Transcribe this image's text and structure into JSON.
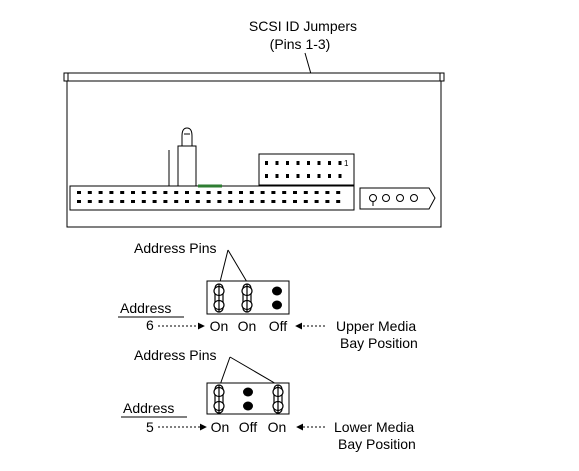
{
  "callout": {
    "title": "SCSI ID Jumpers",
    "subtitle": "(Pins 1-3)"
  },
  "drive": {
    "pin_marker": "1"
  },
  "upper": {
    "pins_label": "Address Pins",
    "address_label": "Address",
    "address_value": "6",
    "states": [
      "On",
      "On",
      "Off"
    ],
    "position": [
      "Upper Media",
      "Bay Position"
    ]
  },
  "lower": {
    "pins_label": "Address Pins",
    "address_label": "Address",
    "address_value": "5",
    "states": [
      "On",
      "Off",
      "On"
    ],
    "position": [
      "Lower Media",
      "Bay Position"
    ]
  },
  "colors": {
    "ink": "#000000",
    "paper": "#ffffff",
    "connector": "#2e7d32"
  }
}
